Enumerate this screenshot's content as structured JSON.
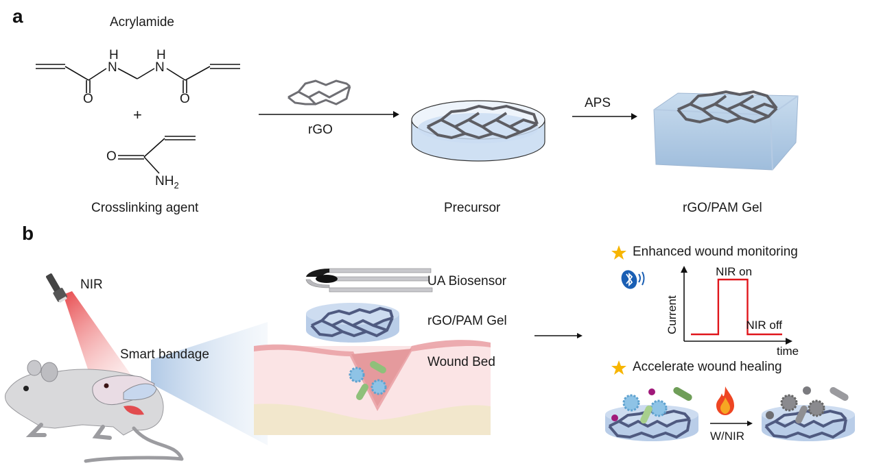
{
  "panel_a": {
    "letter": "a",
    "acrylamide_label": "Acrylamide",
    "plus_sign": "+",
    "crosslinker_label": "Crosslinking agent",
    "atoms": {
      "H": "H",
      "N": "N",
      "O": "O",
      "NH": "NH",
      "sub2": "2"
    },
    "step1_reagent": "rGO",
    "precursor_label": "Precursor",
    "step2_reagent": "APS",
    "gel_label": "rGO/PAM Gel"
  },
  "panel_b": {
    "letter": "b",
    "nir_label": "NIR",
    "bandage_label": "Smart bandage",
    "layers": {
      "biosensor": "UA Biosensor",
      "gel": "rGO/PAM Gel",
      "wound_bed": "Wound Bed"
    },
    "benefit_1": {
      "title": "Enhanced wound monitoring",
      "icon": "star-icon",
      "wireless_icon": "bluetooth-icon"
    },
    "benefit_2": {
      "title": "Accelerate wound healing",
      "icon": "star-icon",
      "treatment_label": "W/NIR",
      "treatment_icon": "flame-icon"
    },
    "colors": {
      "star": "#f7b500",
      "nir_red": "#e3282c",
      "signal_red": "#e0151b",
      "gel_blue": "#b9cde8",
      "bluetooth": "#1a5fb4",
      "bacteria_green": "#8fc07a",
      "bacteria_blue": "#8ec3e6",
      "particle_magenta": "#a0197a"
    }
  },
  "chart_data": {
    "type": "line",
    "title": "",
    "xlabel": "time",
    "ylabel": "Current",
    "series": [
      {
        "name": "current",
        "x": [
          0,
          0.3,
          0.3,
          0.62,
          0.62,
          1.0
        ],
        "y": [
          0.1,
          0.1,
          0.9,
          0.9,
          0.1,
          0.1
        ]
      }
    ],
    "xlim": [
      0,
      1.0
    ],
    "ylim": [
      0,
      1.0
    ],
    "grid": false,
    "annotations": [
      {
        "text": "NIR on",
        "x": 0.46,
        "y": 0.9
      },
      {
        "text": "NIR off",
        "x": 0.83,
        "y": 0.1
      }
    ]
  }
}
